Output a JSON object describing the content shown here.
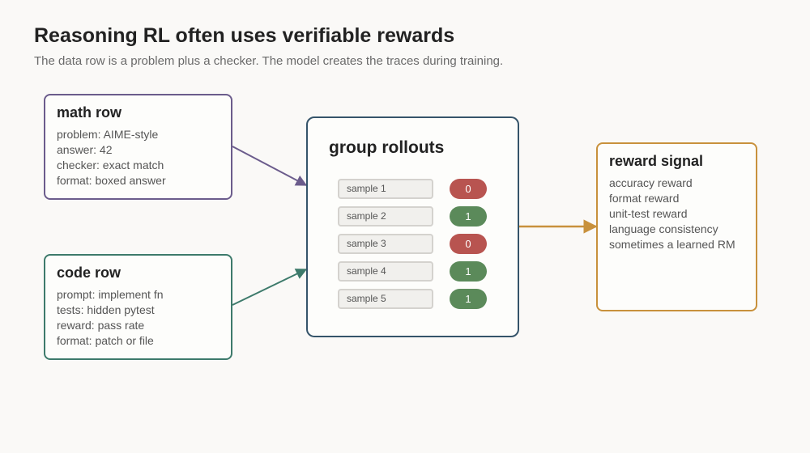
{
  "header": {
    "title": "Reasoning RL often uses verifiable rewards",
    "subtitle": "The data row is a problem plus a checker. The model creates the traces during training."
  },
  "math_row": {
    "title": "math row",
    "lines": [
      "problem: AIME-style",
      "answer: 42",
      "checker: exact match",
      "format: boxed answer"
    ]
  },
  "code_row": {
    "title": "code row",
    "lines": [
      "prompt: implement fn",
      "tests: hidden pytest",
      "reward: pass rate",
      "format: patch or file"
    ]
  },
  "rollouts": {
    "title": "group rollouts",
    "samples": [
      {
        "label": "sample 1",
        "score": "0"
      },
      {
        "label": "sample 2",
        "score": "1"
      },
      {
        "label": "sample 3",
        "score": "0"
      },
      {
        "label": "sample 4",
        "score": "1"
      },
      {
        "label": "sample 5",
        "score": "1"
      }
    ]
  },
  "reward_signal": {
    "title": "reward signal",
    "lines": [
      "accuracy reward",
      "format reward",
      "unit-test reward",
      "language consistency",
      "sometimes a learned RM"
    ]
  },
  "colors": {
    "math": "#6b5c8c",
    "code": "#3d7a6b",
    "rollouts": "#35546a",
    "reward": "#c8913c",
    "score_fail": "#b85450",
    "score_pass": "#5b8a5a"
  }
}
